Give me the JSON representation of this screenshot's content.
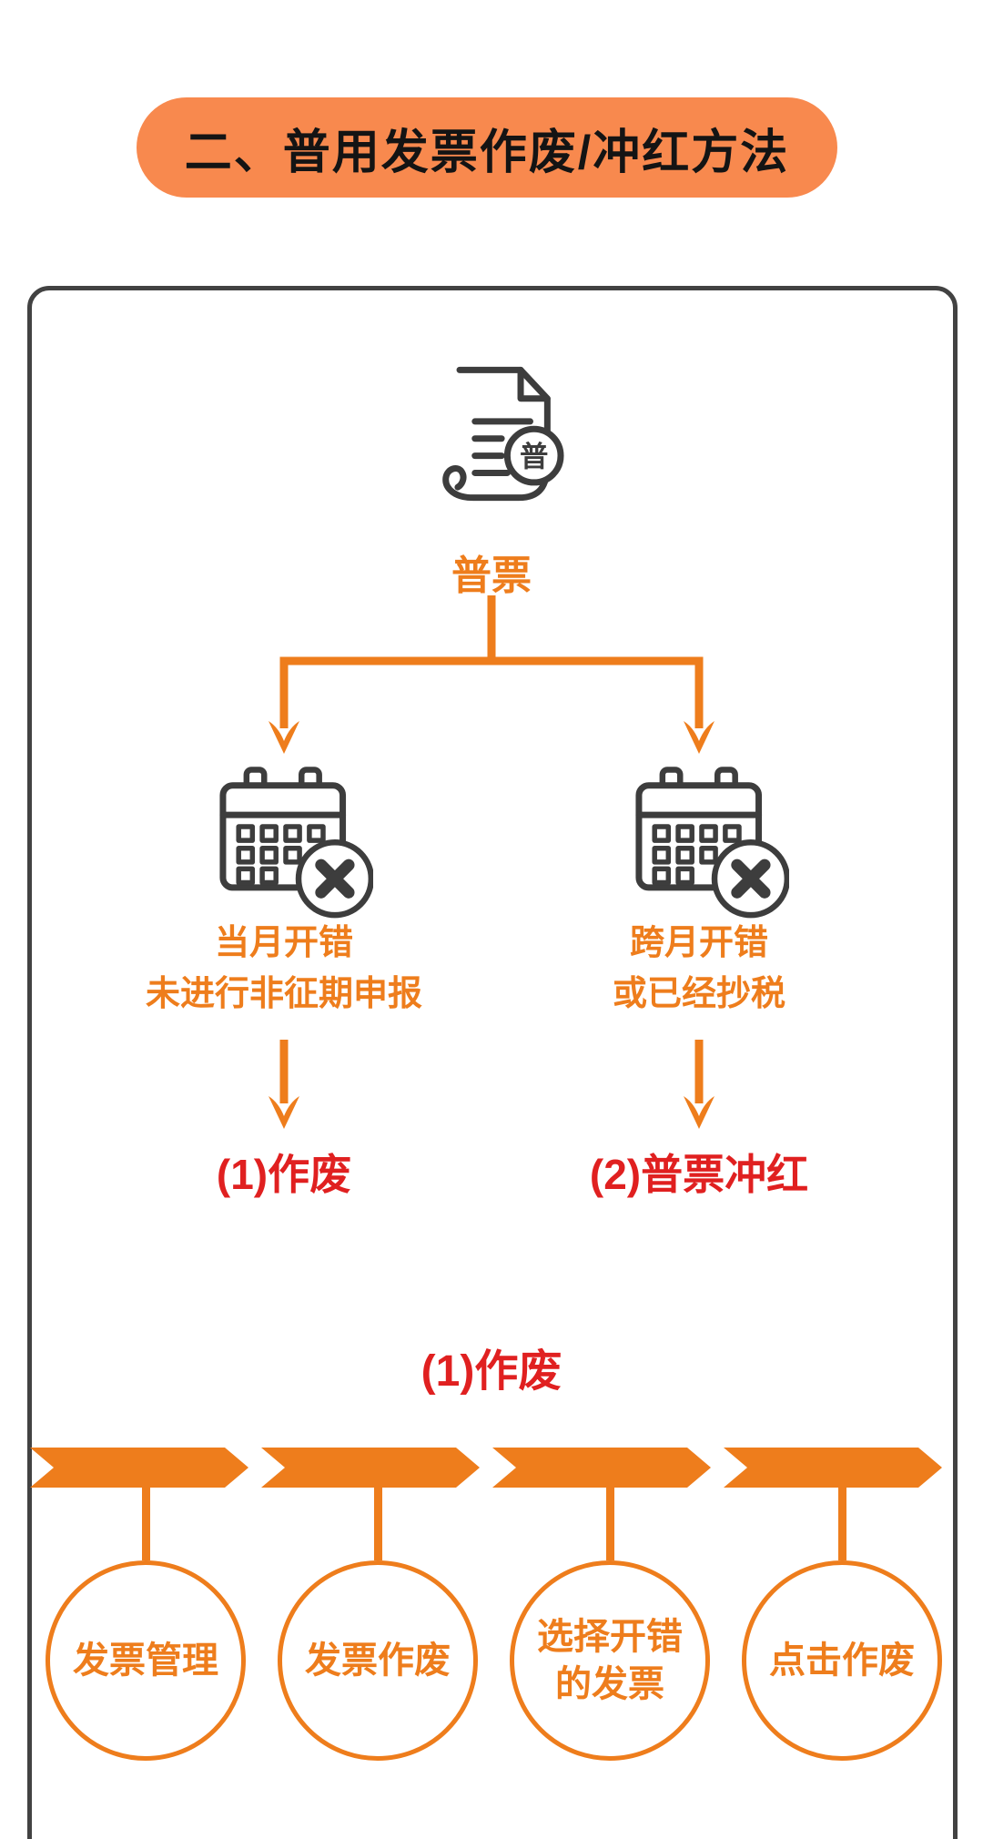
{
  "colors": {
    "pill_bg": "#F8894E",
    "orange": "#EE7D1C",
    "red": "#E02020",
    "dark": "#424242",
    "icon_stroke": "#3D3D3D"
  },
  "title": "二、普用发票作废/冲红方法",
  "flowchart": {
    "root": {
      "icon": "invoice-document",
      "badge": "普",
      "label": "普票"
    },
    "branches": [
      {
        "icon": "calendar-error",
        "condition_lines": [
          "当月开错",
          "未进行非征期申报"
        ],
        "result": "(1)作废"
      },
      {
        "icon": "calendar-error",
        "condition_lines": [
          "跨月开错",
          "或已经抄税"
        ],
        "result": "(2)普票冲红"
      }
    ]
  },
  "process": {
    "title": "(1)作废",
    "steps": [
      {
        "lines": [
          "发票管理"
        ]
      },
      {
        "lines": [
          "发票作废"
        ]
      },
      {
        "lines": [
          "选择开错",
          "的发票"
        ]
      },
      {
        "lines": [
          "点击作废"
        ]
      }
    ]
  }
}
